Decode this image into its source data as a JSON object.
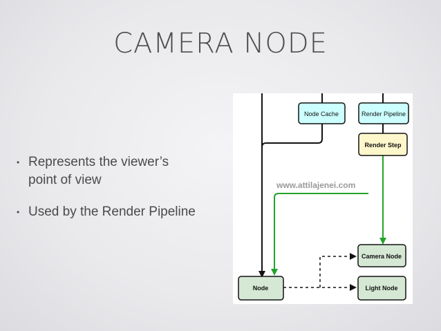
{
  "slide": {
    "title": "CAMERA NODE",
    "bullets": [
      "Represents the viewer’s point of view",
      "Used by the Render Pipeline"
    ]
  },
  "diagram": {
    "nodes": {
      "node_cache": "Node Cache",
      "render_pipeline": "Render Pipeline",
      "render_step": "Render Step",
      "camera_node": "Camera Node",
      "node": "Node",
      "light_node": "Light Node"
    },
    "watermark": "www.attilajenei.com",
    "colors": {
      "cyan_fill": "#ccffff",
      "yellow_fill": "#fff7cc",
      "green_fill": "#d5e8d4",
      "green_arrow": "#22a32a",
      "line_dark": "#111111"
    }
  }
}
